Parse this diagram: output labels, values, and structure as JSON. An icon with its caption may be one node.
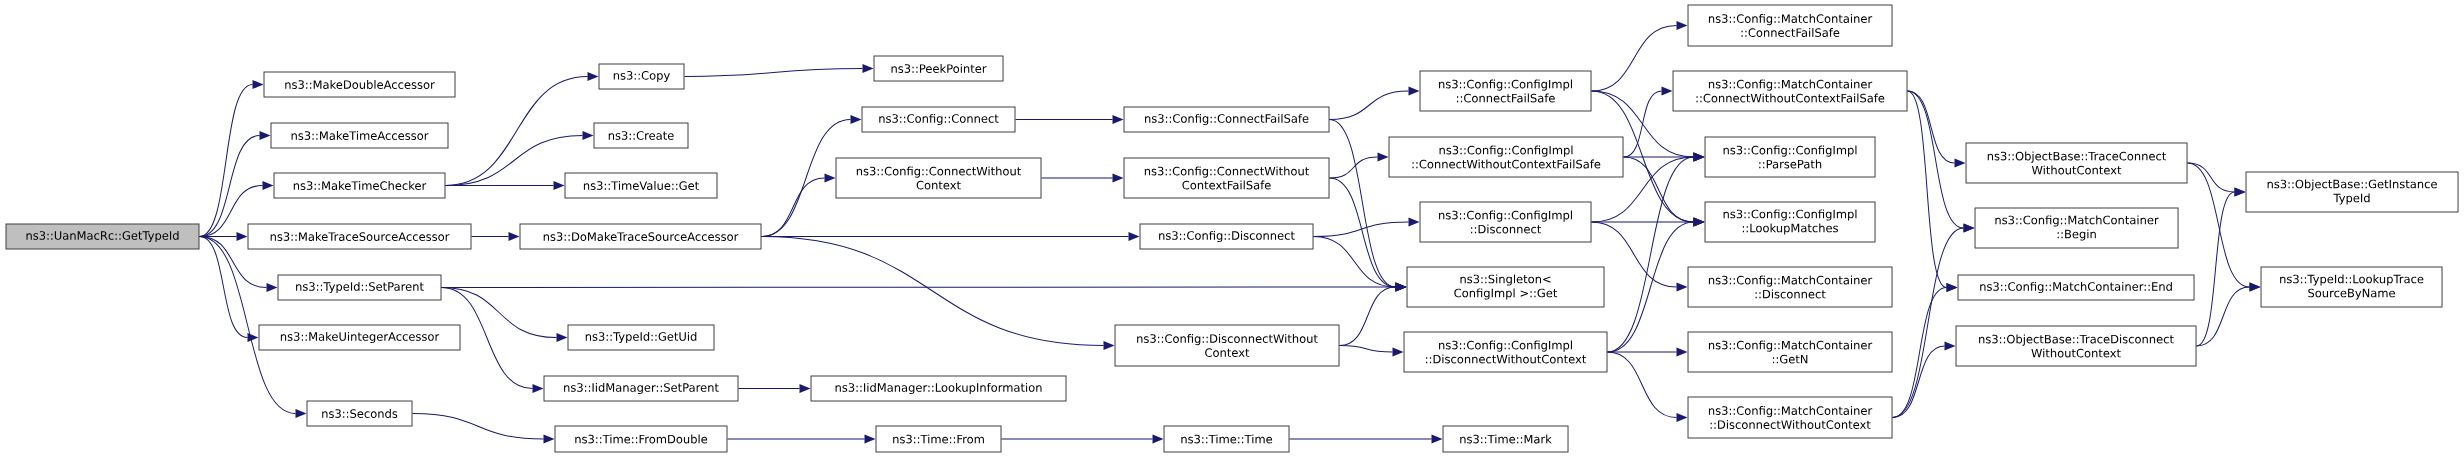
{
  "diagram": {
    "nodes": [
      {
        "text": [
          "ns3::UanMacRc::GetTypeId"
        ]
      },
      {
        "text": [
          "ns3::MakeDoubleAccessor"
        ]
      },
      {
        "text": [
          "ns3::MakeTimeAccessor"
        ]
      },
      {
        "text": [
          "ns3::MakeTimeChecker"
        ]
      },
      {
        "text": [
          "ns3::MakeTraceSourceAccessor"
        ]
      },
      {
        "text": [
          "ns3::TypeId::SetParent"
        ]
      },
      {
        "text": [
          "ns3::MakeUintegerAccessor"
        ]
      },
      {
        "text": [
          "ns3::Seconds"
        ]
      },
      {
        "text": [
          "ns3::Copy"
        ]
      },
      {
        "text": [
          "ns3::Create"
        ]
      },
      {
        "text": [
          "ns3::TimeValue::Get"
        ]
      },
      {
        "text": [
          "ns3::DoMakeTraceSourceAccessor"
        ]
      },
      {
        "text": [
          "ns3::TypeId::GetUid"
        ]
      },
      {
        "text": [
          "ns3::IidManager::SetParent"
        ]
      },
      {
        "text": [
          "ns3::Time::FromDouble"
        ]
      },
      {
        "text": [
          "ns3::PeekPointer"
        ]
      },
      {
        "text": [
          "ns3::Config::Connect"
        ]
      },
      {
        "text": [
          "ns3::Config::ConnectWithout Context"
        ]
      },
      {
        "text": [
          "ns3::Config::Disconnect"
        ]
      },
      {
        "text": [
          "ns3::IidManager::LookupInformation"
        ]
      },
      {
        "text": [
          "ns3::Time::From"
        ]
      },
      {
        "text": [
          "ns3::Config::ConnectFailSafe"
        ]
      },
      {
        "text": [
          "ns3::Config::ConnectWithout ContextFailSafe"
        ]
      },
      {
        "text": [
          "ns3::Config::DisconnectWithout Context"
        ]
      },
      {
        "text": [
          "ns3::Time::Time"
        ]
      },
      {
        "text": [
          "ns3::Time::Mark"
        ]
      },
      {
        "text": [
          "ns3::Config::ConfigImpl ::ConnectFailSafe"
        ]
      },
      {
        "text": [
          "ns3::Config::ConfigImpl ::ConnectWithoutContextFailSafe"
        ]
      },
      {
        "text": [
          "ns3::Config::ConfigImpl ::Disconnect"
        ]
      },
      {
        "text": [
          "ns3::Singleton< ConfigImpl >::Get"
        ]
      },
      {
        "text": [
          "ns3::Config::ConfigImpl ::DisconnectWithoutContext"
        ]
      },
      {
        "text": [
          "ns3::Config::MatchContainer ::ConnectFailSafe"
        ]
      },
      {
        "text": [
          "ns3::Config::MatchContainer ::ConnectWithoutContextFailSafe"
        ]
      },
      {
        "text": [
          "ns3::Config::ConfigImpl ::ParsePath"
        ]
      },
      {
        "text": [
          "ns3::Config::ConfigImpl ::LookupMatches"
        ]
      },
      {
        "text": [
          "ns3::Config::MatchContainer ::Disconnect"
        ]
      },
      {
        "text": [
          "ns3::Config::MatchContainer ::GetN"
        ]
      },
      {
        "text": [
          "ns3::Config::MatchContainer ::DisconnectWithoutContext"
        ]
      },
      {
        "text": [
          "ns3::ObjectBase::TraceConnect WithoutContext"
        ]
      },
      {
        "text": [
          "ns3::Config::MatchContainer ::Begin"
        ]
      },
      {
        "text": [
          "ns3::Config::MatchContainer::End"
        ]
      },
      {
        "text": [
          "ns3::ObjectBase::TraceDisconnect WithoutContext"
        ]
      },
      {
        "text": [
          "ns3::ObjectBase::GetInstance TypeId"
        ]
      },
      {
        "text": [
          "ns3::TypeId::LookupTrace SourceByName"
        ]
      }
    ],
    "edges": [
      {
        "from": 0,
        "to": 1,
        "arrow": "to"
      },
      {
        "from": 0,
        "to": 2,
        "arrow": "to"
      },
      {
        "from": 0,
        "to": 3,
        "arrow": "to"
      },
      {
        "from": 0,
        "to": 4,
        "arrow": "to"
      },
      {
        "from": 0,
        "to": 5,
        "arrow": "to"
      },
      {
        "from": 0,
        "to": 6,
        "arrow": "to"
      },
      {
        "from": 0,
        "to": 7,
        "arrow": "to"
      },
      {
        "from": 3,
        "to": 8,
        "arrow": "to"
      },
      {
        "from": 3,
        "to": 9,
        "arrow": "to"
      },
      {
        "from": 3,
        "to": 10,
        "arrow": "to"
      },
      {
        "from": 8,
        "to": 15,
        "arrow": "to"
      },
      {
        "from": 4,
        "to": 11,
        "arrow": "to"
      },
      {
        "from": 5,
        "to": 29,
        "arrow": "to"
      },
      {
        "from": 5,
        "to": 12,
        "arrow": "to"
      },
      {
        "from": 5,
        "to": 13,
        "arrow": "to"
      },
      {
        "from": 13,
        "to": 19,
        "arrow": "to"
      },
      {
        "from": 7,
        "to": 14,
        "arrow": "to"
      },
      {
        "from": 14,
        "to": 20,
        "arrow": "to"
      },
      {
        "from": 20,
        "to": 24,
        "arrow": "to"
      },
      {
        "from": 24,
        "to": 25,
        "arrow": "to"
      },
      {
        "from": 11,
        "to": 16,
        "arrow": "to"
      },
      {
        "from": 11,
        "to": 17,
        "arrow": "to"
      },
      {
        "from": 11,
        "to": 18,
        "arrow": "to"
      },
      {
        "from": 11,
        "to": 23,
        "arrow": "to"
      },
      {
        "from": 16,
        "to": 21,
        "arrow": "to"
      },
      {
        "from": 17,
        "to": 22,
        "arrow": "to"
      },
      {
        "from": 18,
        "to": 28,
        "arrow": "to"
      },
      {
        "from": 18,
        "to": 29,
        "arrow": "to"
      },
      {
        "from": 21,
        "to": 26,
        "arrow": "to"
      },
      {
        "from": 21,
        "to": 29,
        "arrow": "to"
      },
      {
        "from": 22,
        "to": 27,
        "arrow": "to"
      },
      {
        "from": 22,
        "to": 29,
        "arrow": "to"
      },
      {
        "from": 23,
        "to": 29,
        "arrow": "to"
      },
      {
        "from": 23,
        "to": 30,
        "arrow": "to"
      },
      {
        "from": 26,
        "to": 31,
        "arrow": "to"
      },
      {
        "from": 26,
        "to": 33,
        "arrow": "to"
      },
      {
        "from": 26,
        "to": 34,
        "arrow": "to"
      },
      {
        "from": 27,
        "to": 32,
        "arrow": "to"
      },
      {
        "from": 27,
        "to": 33,
        "arrow": "to"
      },
      {
        "from": 27,
        "to": 34,
        "arrow": "to"
      },
      {
        "from": 28,
        "to": 33,
        "arrow": "to"
      },
      {
        "from": 28,
        "to": 34,
        "arrow": "to"
      },
      {
        "from": 28,
        "to": 35,
        "arrow": "to"
      },
      {
        "from": 30,
        "to": 33,
        "arrow": "to"
      },
      {
        "from": 30,
        "to": 34,
        "arrow": "to"
      },
      {
        "from": 30,
        "to": 36,
        "arrow": "to"
      },
      {
        "from": 30,
        "to": 37,
        "arrow": "to"
      },
      {
        "from": 32,
        "to": 38,
        "arrow": "to"
      },
      {
        "from": 32,
        "to": 39,
        "arrow": "to"
      },
      {
        "from": 32,
        "to": 40,
        "arrow": "to"
      },
      {
        "from": 37,
        "to": 39,
        "arrow": "to"
      },
      {
        "from": 37,
        "to": 40,
        "arrow": "to"
      },
      {
        "from": 37,
        "to": 41,
        "arrow": "to"
      },
      {
        "from": 38,
        "to": 42,
        "arrow": "to"
      },
      {
        "from": 38,
        "to": 43,
        "arrow": "to"
      },
      {
        "from": 41,
        "to": 42,
        "arrow": "to"
      },
      {
        "from": 41,
        "to": 43,
        "arrow": "to"
      }
    ]
  }
}
